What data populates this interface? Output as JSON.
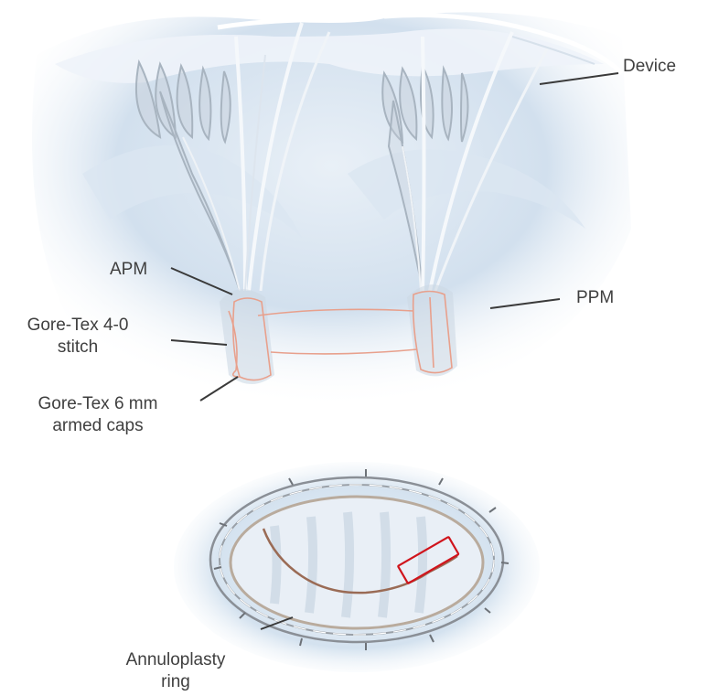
{
  "labels": {
    "device": "Device",
    "apm": "APM",
    "ppm": "PPM",
    "stitch_line1": "Gore-Tex 4-0",
    "stitch_line2": "stitch",
    "caps_line1": "Gore-Tex 6 mm",
    "caps_line2": "armed caps",
    "ring_line1": "Annuloplasty",
    "ring_line2": "ring"
  },
  "colors": {
    "tissue": "#c9d9ea",
    "tissue_light": "#eaf1f8",
    "suture": "#e8a08c",
    "highlight_box": "#d0141c",
    "leader_line": "#3a3a3a"
  }
}
